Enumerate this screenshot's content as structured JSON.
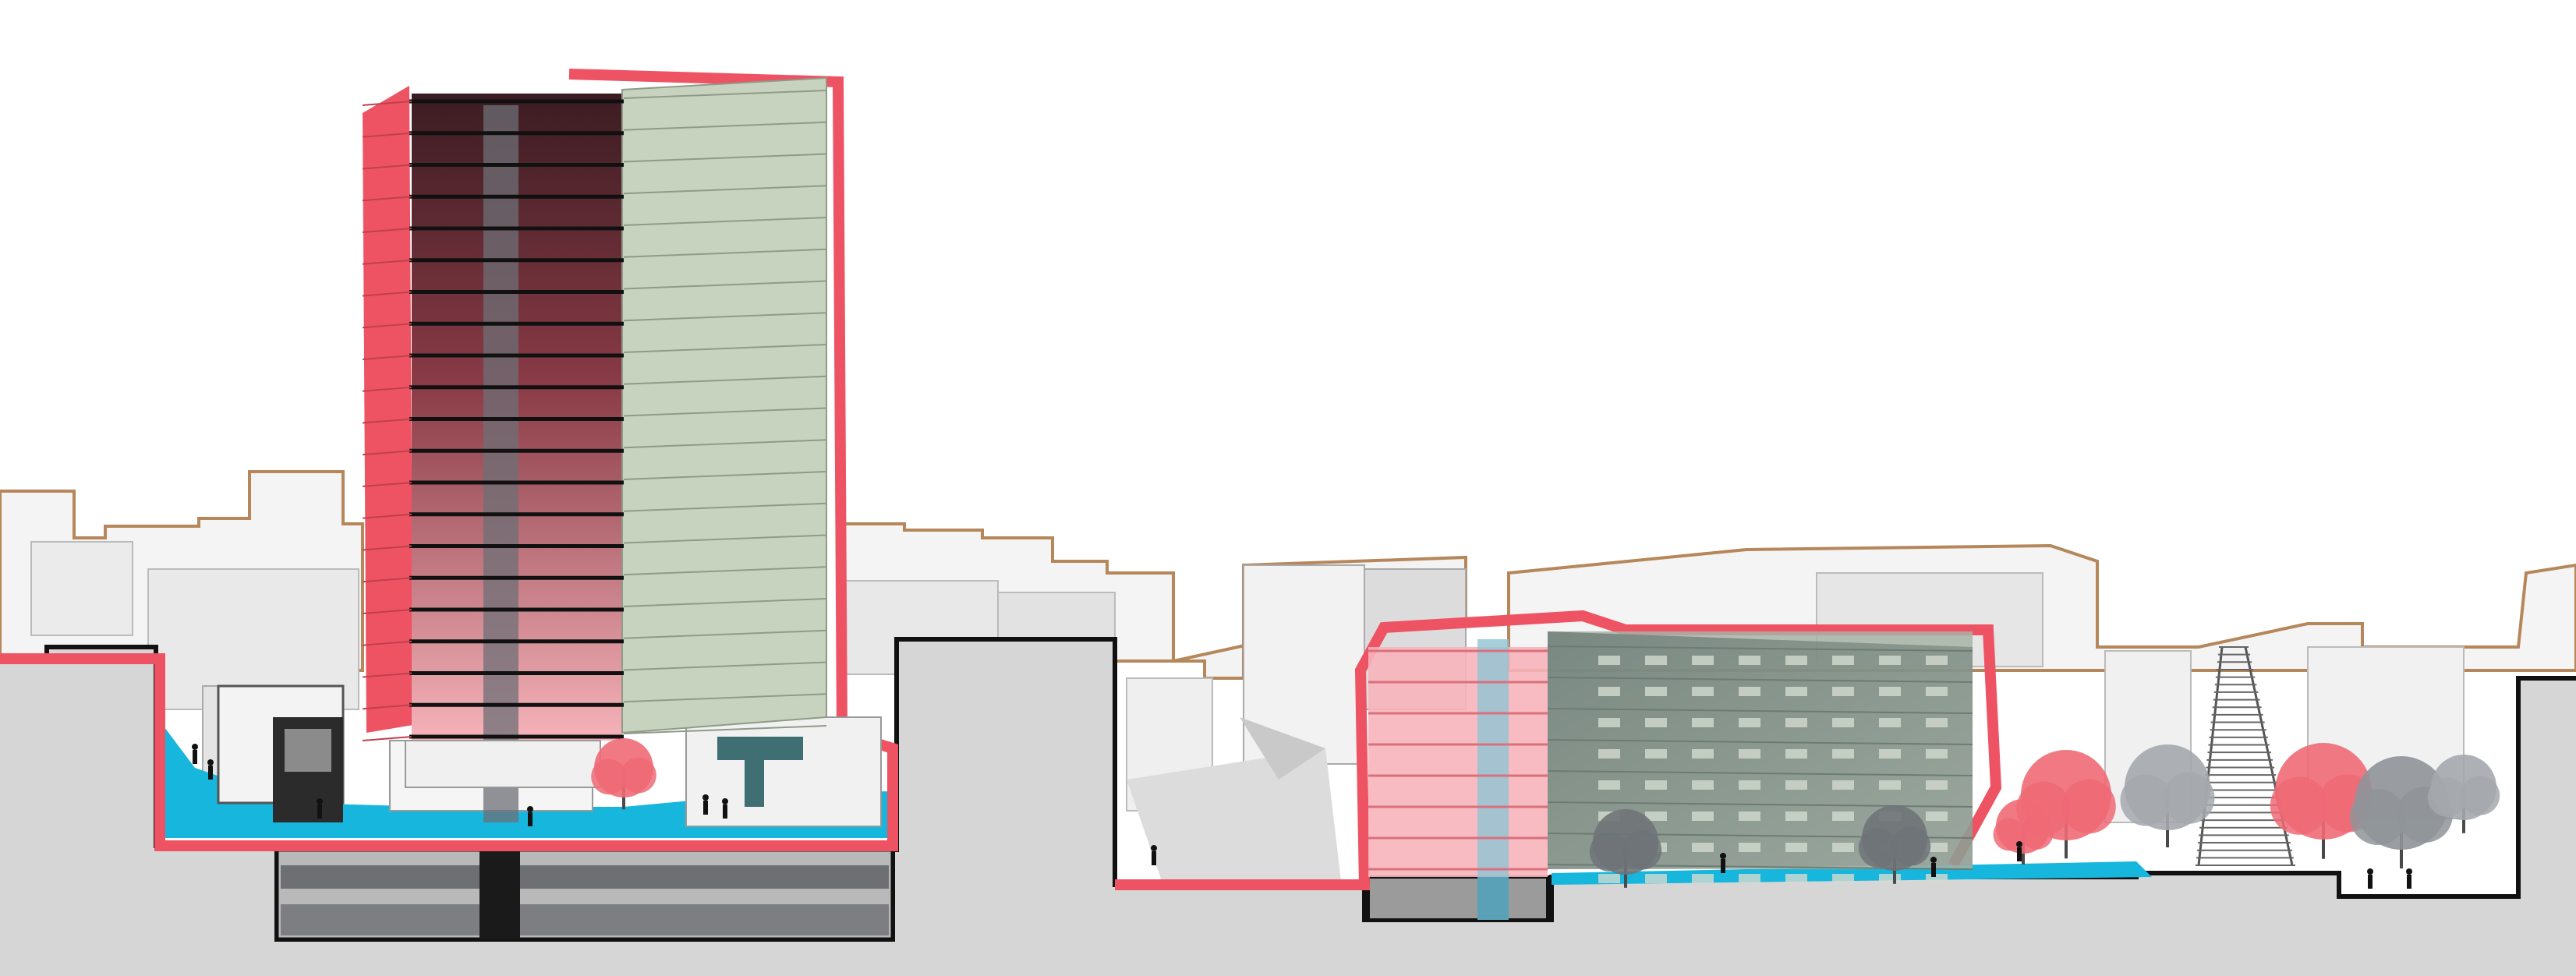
{
  "diagram": {
    "type": "architectural-section",
    "text_labels": [],
    "colors": {
      "background": "#ffffff",
      "ground_cut": "#d6d6d6",
      "section_outline": "#111111",
      "red_highlight": "#ee5363",
      "red_interior": "#f4a3ab",
      "dark_interior": "#3a1d22",
      "green_glazing": "#c8d3bf",
      "public_space": "#16b6dd",
      "skyline_outline": "#b5875a",
      "context_building": "#f2f2f2",
      "trees_red": "#ef6a76",
      "trees_gray": "#9a9ea3"
    },
    "elements": {
      "tower": {
        "floors": 20,
        "style": "red-section-with-glazed-facade"
      },
      "midrise": {
        "floors": 7,
        "style": "red-section-with-green-glazing"
      },
      "podium": {
        "levels": 2
      },
      "basement": {
        "levels": 2
      },
      "trees": {
        "red": 4,
        "gray": 5
      },
      "railway": {
        "count": 1
      },
      "icons": [
        "tree-icon",
        "person-icon",
        "rail-track-icon"
      ]
    }
  }
}
